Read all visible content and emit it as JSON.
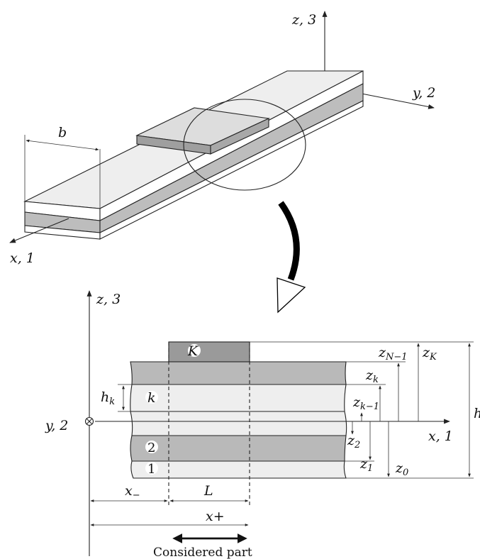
{
  "axes_3d": {
    "z": "z, 3",
    "y": "y, 2",
    "x": "x, 1",
    "b": "b"
  },
  "axes_2d": {
    "z": "z, 3",
    "y": "y, 2",
    "x": "x, 1"
  },
  "layers": {
    "K": "K",
    "k": "k",
    "two": "2",
    "one": "1"
  },
  "labels": {
    "h_k": "h",
    "h_k_sub": "k",
    "z_N1": "z",
    "z_N1_sub": "N−1",
    "z_K": "z",
    "z_K_sub": "K",
    "z_k": "z",
    "z_k_sub": "k",
    "z_k1": "z",
    "z_k1_sub": "k−1",
    "z_2": "z",
    "z_2_sub": "2",
    "z_1": "z",
    "z_1_sub": "1",
    "z_0": "z",
    "z_0_sub": "0",
    "h": "h",
    "x_minus": "x",
    "x_minus_sub": "−",
    "L": "L",
    "x_plus": "x+",
    "considered": "Considered part"
  },
  "colors": {
    "light": "#eeeeee",
    "mid": "#b9b9b9",
    "dark": "#9a9a9a",
    "white": "#ffffff"
  }
}
